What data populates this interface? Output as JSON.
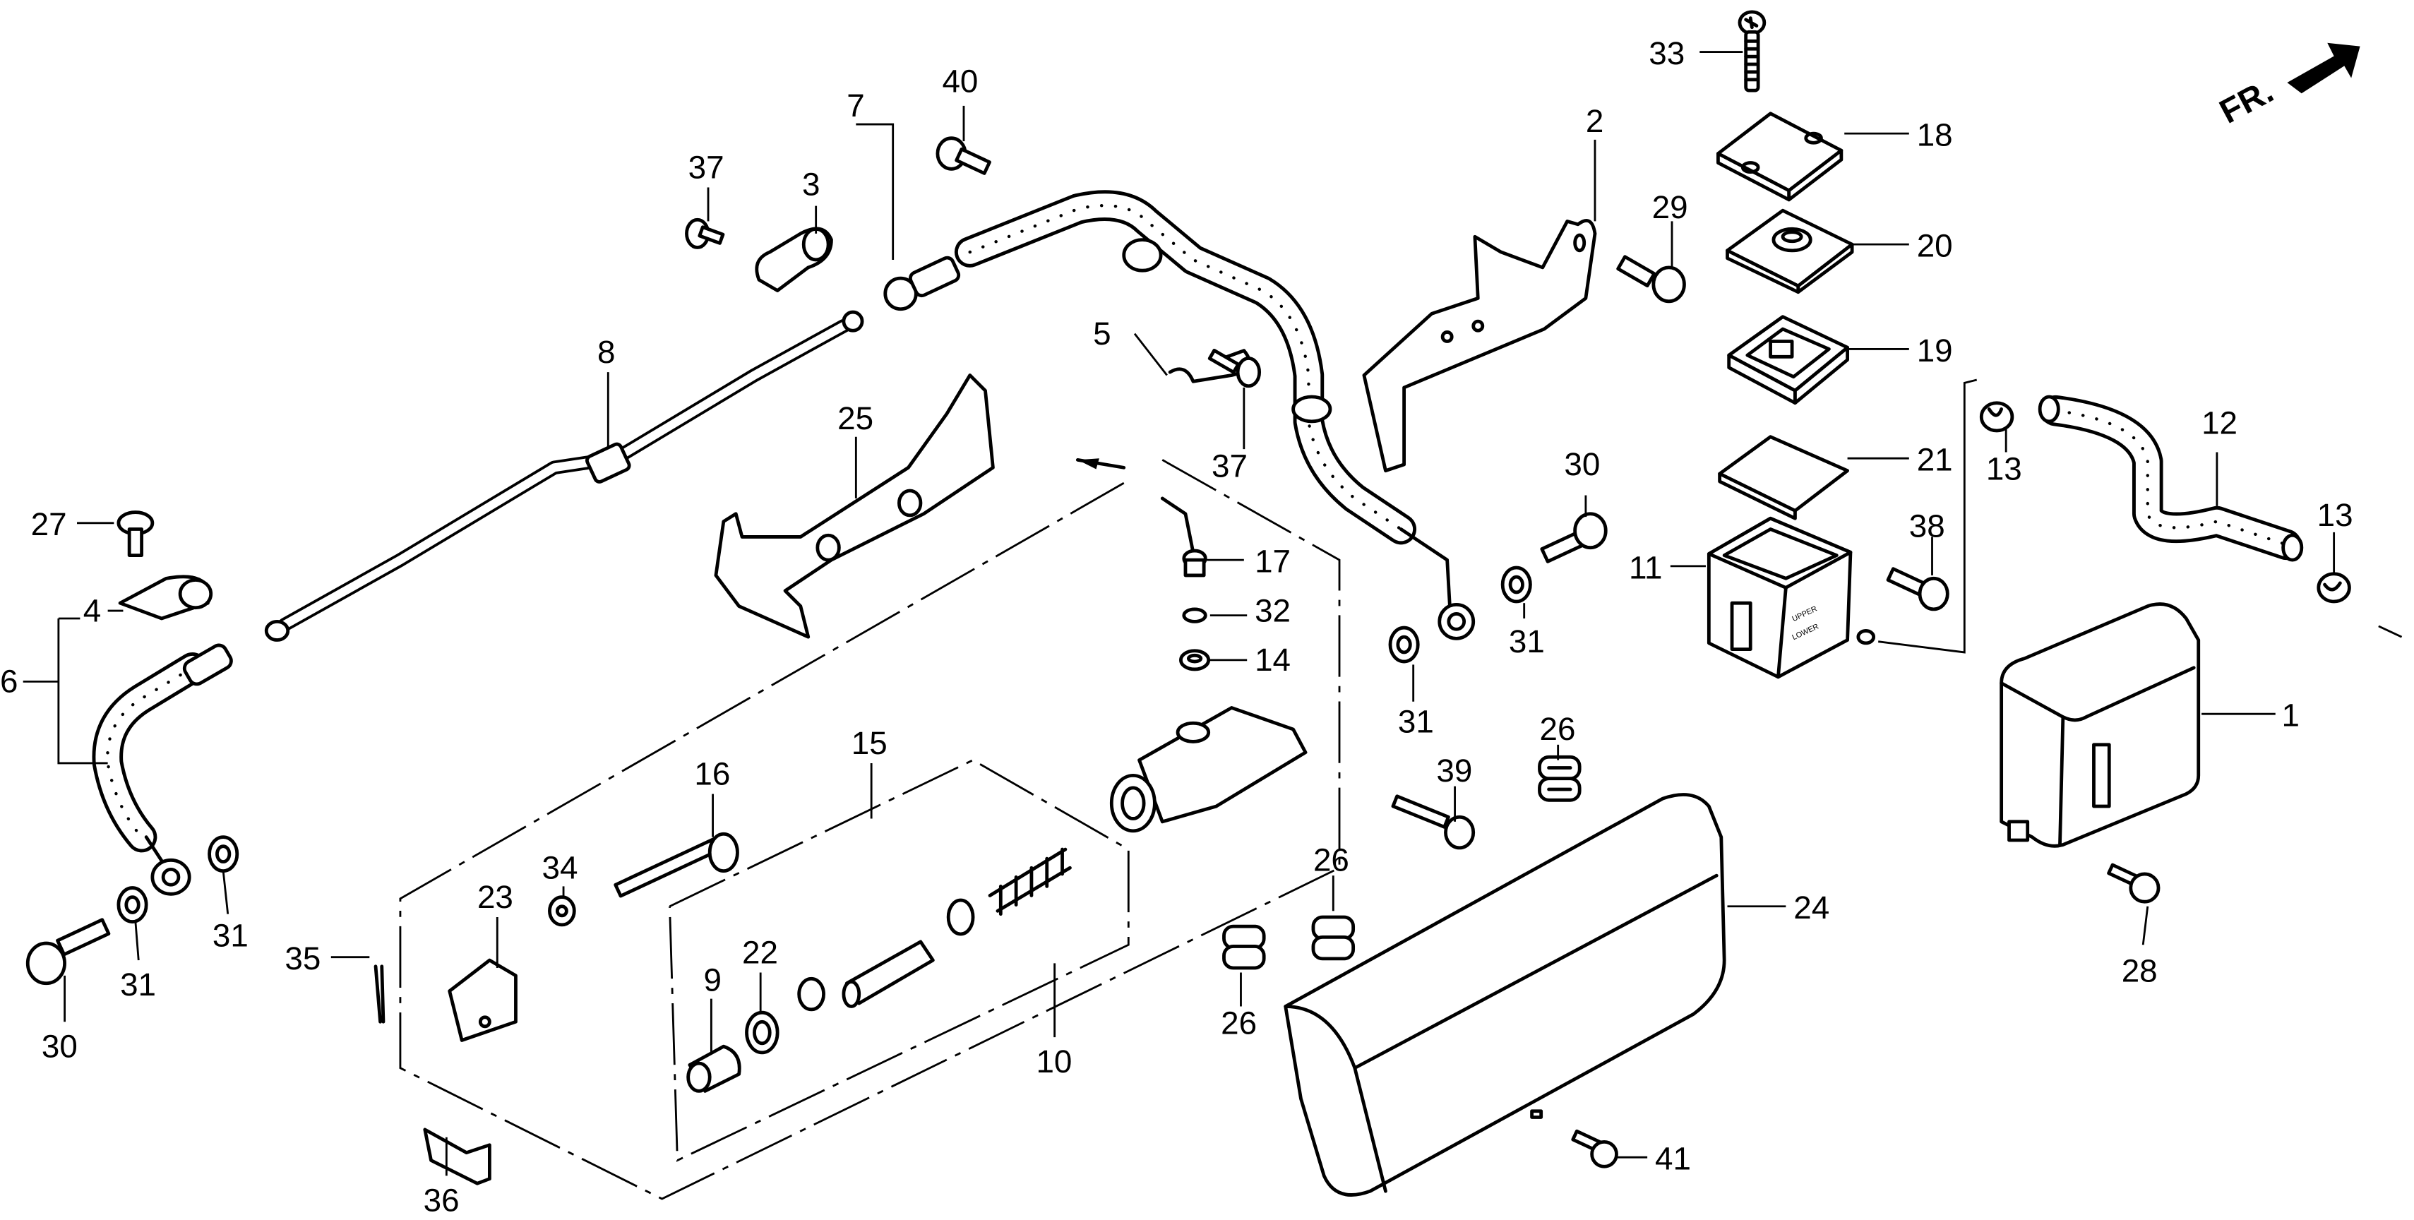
{
  "diagram": {
    "type": "exploded-parts-diagram",
    "direction_indicator": "FR.",
    "reservoir_markings": {
      "upper": "UPPER",
      "lower": "LOWER"
    },
    "callouts": [
      {
        "id": "c1",
        "label": "1",
        "part": "reservoir-cover"
      },
      {
        "id": "c2",
        "label": "2",
        "part": "bracket"
      },
      {
        "id": "c3",
        "label": "3",
        "part": "hose-clamp"
      },
      {
        "id": "c4",
        "label": "4",
        "part": "hose-clamp"
      },
      {
        "id": "c5",
        "label": "5",
        "part": "hose-clip"
      },
      {
        "id": "c6",
        "label": "6",
        "part": "hose-assembly"
      },
      {
        "id": "c7",
        "label": "7",
        "part": "hose-assembly"
      },
      {
        "id": "c8",
        "label": "8",
        "part": "pipe"
      },
      {
        "id": "c9",
        "label": "9",
        "part": "boot"
      },
      {
        "id": "c10",
        "label": "10",
        "part": "master-cylinder-assembly"
      },
      {
        "id": "c11",
        "label": "11",
        "part": "reservoir"
      },
      {
        "id": "c12",
        "label": "12",
        "part": "hose"
      },
      {
        "id": "c13a",
        "label": "13",
        "part": "clip"
      },
      {
        "id": "c13b",
        "label": "13",
        "part": "clip"
      },
      {
        "id": "c14",
        "label": "14",
        "part": "grommet"
      },
      {
        "id": "c15",
        "label": "15",
        "part": "piston-set"
      },
      {
        "id": "c16",
        "label": "16",
        "part": "push-rod"
      },
      {
        "id": "c17",
        "label": "17",
        "part": "hose-joint"
      },
      {
        "id": "c18",
        "label": "18",
        "part": "cap"
      },
      {
        "id": "c19",
        "label": "19",
        "part": "float"
      },
      {
        "id": "c20",
        "label": "20",
        "part": "plate"
      },
      {
        "id": "c21",
        "label": "21",
        "part": "diaphragm"
      },
      {
        "id": "c22",
        "label": "22",
        "part": "circlip"
      },
      {
        "id": "c23",
        "label": "23",
        "part": "joint"
      },
      {
        "id": "c24",
        "label": "24",
        "part": "cover"
      },
      {
        "id": "c25",
        "label": "25",
        "part": "stay"
      },
      {
        "id": "c26a",
        "label": "26",
        "part": "grommet"
      },
      {
        "id": "c26b",
        "label": "26",
        "part": "grommet"
      },
      {
        "id": "c26c",
        "label": "26",
        "part": "grommet"
      },
      {
        "id": "c27",
        "label": "27",
        "part": "screw"
      },
      {
        "id": "c28",
        "label": "28",
        "part": "bolt"
      },
      {
        "id": "c29",
        "label": "29",
        "part": "bolt"
      },
      {
        "id": "c30a",
        "label": "30",
        "part": "oil-bolt"
      },
      {
        "id": "c30b",
        "label": "30",
        "part": "oil-bolt"
      },
      {
        "id": "c31a",
        "label": "31",
        "part": "washer"
      },
      {
        "id": "c31b",
        "label": "31",
        "part": "washer"
      },
      {
        "id": "c31c",
        "label": "31",
        "part": "washer"
      },
      {
        "id": "c31d",
        "label": "31",
        "part": "washer"
      },
      {
        "id": "c32",
        "label": "32",
        "part": "o-ring"
      },
      {
        "id": "c33",
        "label": "33",
        "part": "screw"
      },
      {
        "id": "c34",
        "label": "34",
        "part": "nut"
      },
      {
        "id": "c35",
        "label": "35",
        "part": "cotter-pin"
      },
      {
        "id": "c36",
        "label": "36",
        "part": "joint-pin"
      },
      {
        "id": "c37a",
        "label": "37",
        "part": "bolt"
      },
      {
        "id": "c37b",
        "label": "37",
        "part": "bolt"
      },
      {
        "id": "c38",
        "label": "38",
        "part": "bolt"
      },
      {
        "id": "c39",
        "label": "39",
        "part": "bolt"
      },
      {
        "id": "c40",
        "label": "40",
        "part": "bolt"
      },
      {
        "id": "c41",
        "label": "41",
        "part": "bolt"
      }
    ]
  }
}
